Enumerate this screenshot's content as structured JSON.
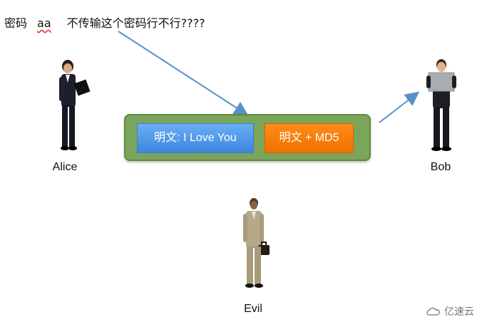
{
  "note": {
    "password_label": "密码",
    "password_value": "aa",
    "question": "不传输这个密码行不行????"
  },
  "people": {
    "alice": "Alice",
    "bob": "Bob",
    "evil": "Evil"
  },
  "message": {
    "plaintext": "明文: I Love You",
    "hash": "明文 + MD5"
  },
  "watermark": {
    "text": "亿速云",
    "logo": "cloud-logo-icon"
  },
  "colors": {
    "arrow": "#5b8fc9",
    "message_box": "#7aa55a",
    "plaintext_box": "#4a90e2",
    "hash_box": "#f57c00"
  }
}
